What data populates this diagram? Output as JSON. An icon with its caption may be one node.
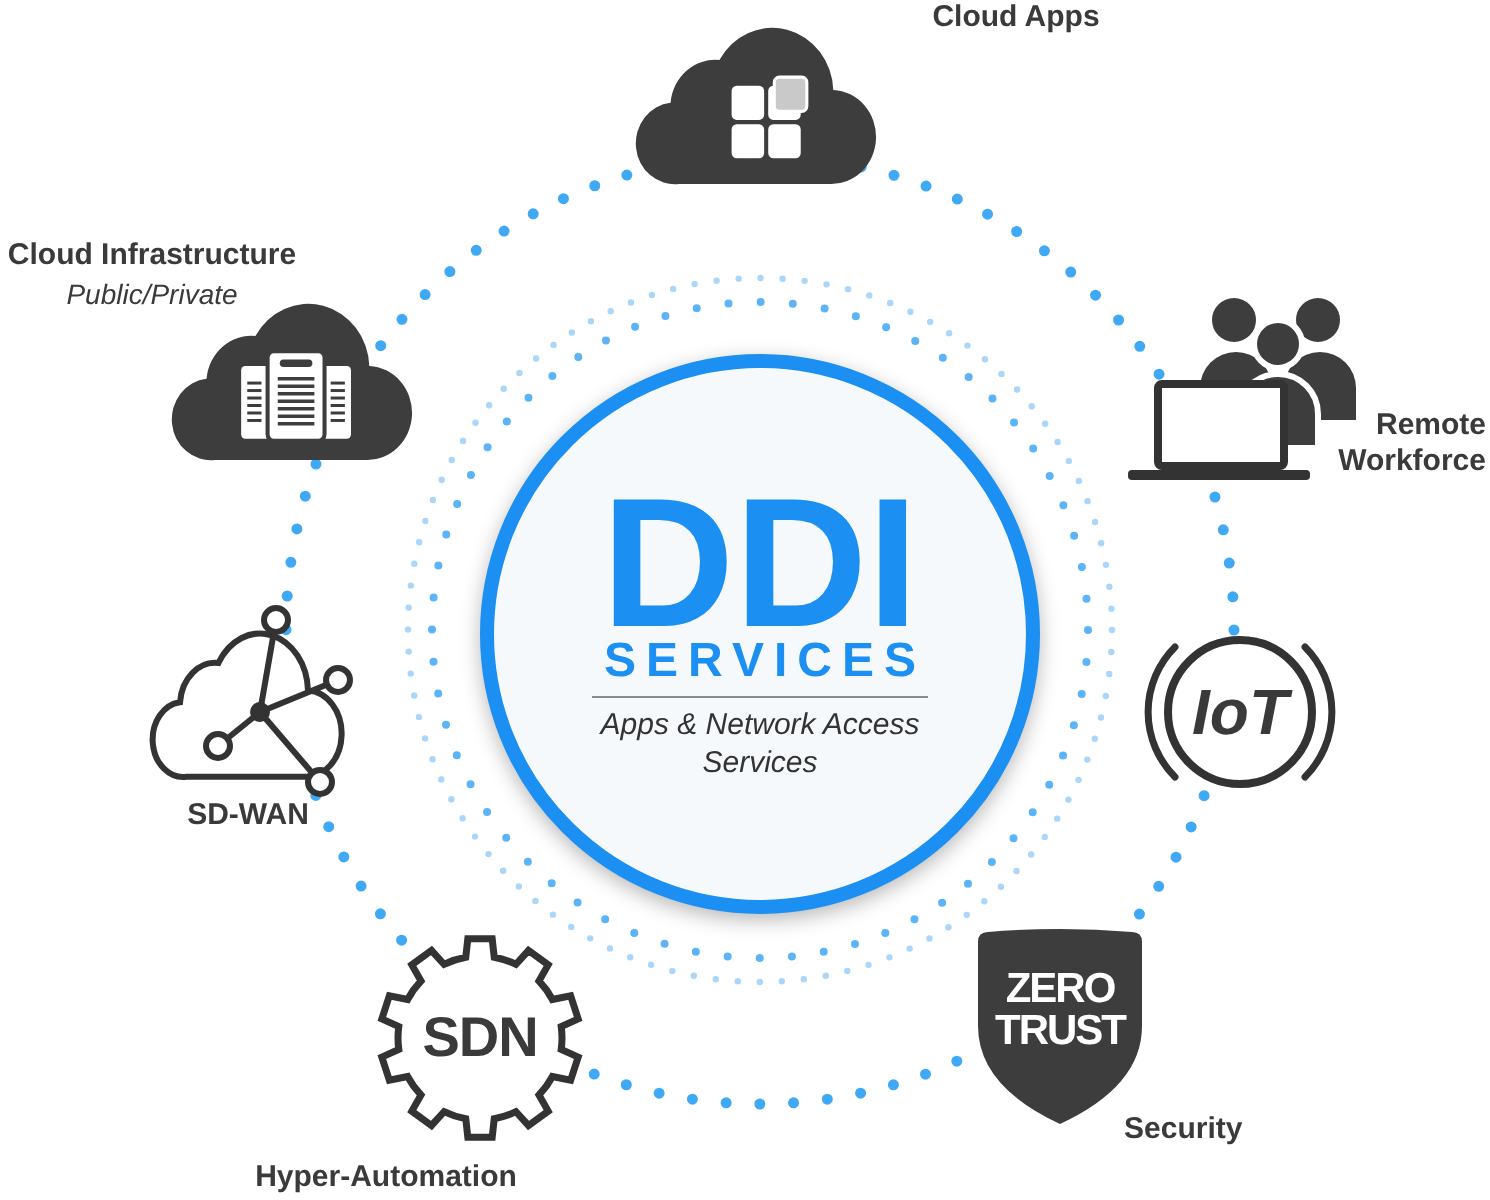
{
  "diagram": {
    "nodes": [
      {
        "text": [
          "Cloud Apps"
        ]
      },
      {
        "text": [
          "Cloud Infrastructure",
          "Public/Private"
        ]
      },
      {
        "text": [
          "Remote Workforce"
        ]
      },
      {
        "text": [
          "DDI",
          "SERVICES",
          "Apps & Network Access Services"
        ]
      },
      {
        "text": [
          "SD-WAN"
        ]
      },
      {
        "text": [
          "IoT"
        ]
      },
      {
        "text": [
          "SDN"
        ],
        "beside": [
          "Hyper-Automation"
        ]
      },
      {
        "text": [
          "ZERO TRUST"
        ],
        "beside": [
          "Security"
        ]
      }
    ]
  }
}
